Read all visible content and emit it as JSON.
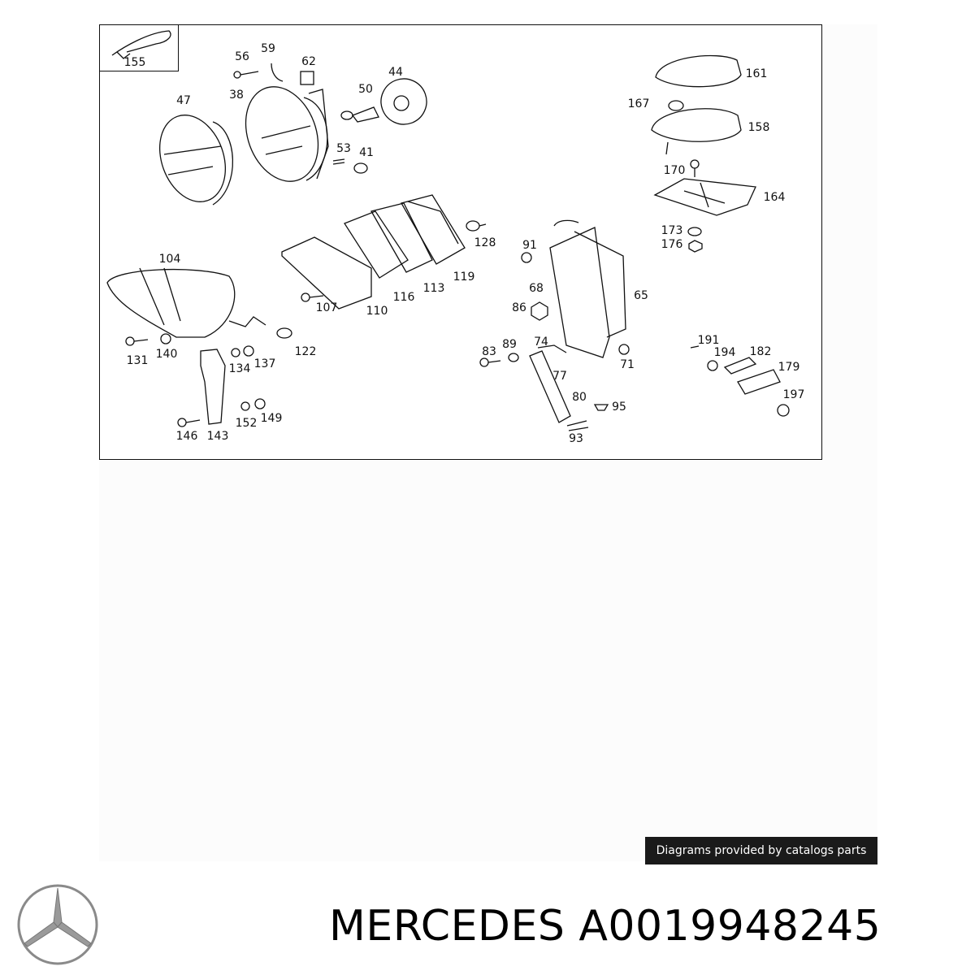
{
  "diagram": {
    "callouts": [
      {
        "id": "155",
        "label": "155"
      },
      {
        "id": "56",
        "label": "56"
      },
      {
        "id": "59",
        "label": "59"
      },
      {
        "id": "62",
        "label": "62"
      },
      {
        "id": "44",
        "label": "44"
      },
      {
        "id": "50",
        "label": "50"
      },
      {
        "id": "47",
        "label": "47"
      },
      {
        "id": "38",
        "label": "38"
      },
      {
        "id": "53",
        "label": "53"
      },
      {
        "id": "41",
        "label": "41"
      },
      {
        "id": "161",
        "label": "161"
      },
      {
        "id": "167",
        "label": "167"
      },
      {
        "id": "158",
        "label": "158"
      },
      {
        "id": "170",
        "label": "170"
      },
      {
        "id": "164",
        "label": "164"
      },
      {
        "id": "173",
        "label": "173"
      },
      {
        "id": "176",
        "label": "176"
      },
      {
        "id": "128",
        "label": "128"
      },
      {
        "id": "91",
        "label": "91"
      },
      {
        "id": "104",
        "label": "104"
      },
      {
        "id": "119",
        "label": "119"
      },
      {
        "id": "113",
        "label": "113"
      },
      {
        "id": "116",
        "label": "116"
      },
      {
        "id": "110",
        "label": "110"
      },
      {
        "id": "107",
        "label": "107"
      },
      {
        "id": "68",
        "label": "68"
      },
      {
        "id": "65",
        "label": "65"
      },
      {
        "id": "86",
        "label": "86"
      },
      {
        "id": "122",
        "label": "122"
      },
      {
        "id": "131",
        "label": "131"
      },
      {
        "id": "140",
        "label": "140"
      },
      {
        "id": "134",
        "label": "134"
      },
      {
        "id": "137",
        "label": "137"
      },
      {
        "id": "74",
        "label": "74"
      },
      {
        "id": "89",
        "label": "89"
      },
      {
        "id": "83",
        "label": "83"
      },
      {
        "id": "77",
        "label": "77"
      },
      {
        "id": "71",
        "label": "71"
      },
      {
        "id": "191",
        "label": "191"
      },
      {
        "id": "194",
        "label": "194"
      },
      {
        "id": "182",
        "label": "182"
      },
      {
        "id": "179",
        "label": "179"
      },
      {
        "id": "197",
        "label": "197"
      },
      {
        "id": "80",
        "label": "80"
      },
      {
        "id": "95",
        "label": "95"
      },
      {
        "id": "93",
        "label": "93"
      },
      {
        "id": "152",
        "label": "152"
      },
      {
        "id": "149",
        "label": "149"
      },
      {
        "id": "146",
        "label": "146"
      },
      {
        "id": "143",
        "label": "143"
      }
    ]
  },
  "credit_text": "Diagrams provided by catalogs parts",
  "brand_title": "MERCEDES A0019948245",
  "colors": {
    "line": "#111111",
    "credit_bg": "#1a1a1a",
    "logo": "#8a8a8a"
  }
}
